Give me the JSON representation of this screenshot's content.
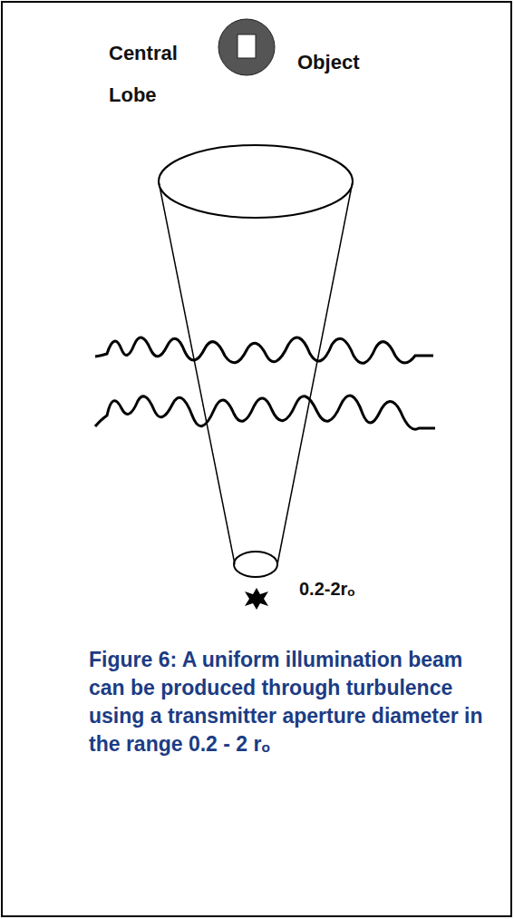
{
  "diagram": {
    "caption": "Figure 6: A uniform illumination beam can be produced through turbulence using a transmitter aperture diameter in the range 0.2 - 2 rₒ",
    "labels": [
      "Object",
      "Central Lobe",
      "0.2-2rₒ"
    ]
  }
}
